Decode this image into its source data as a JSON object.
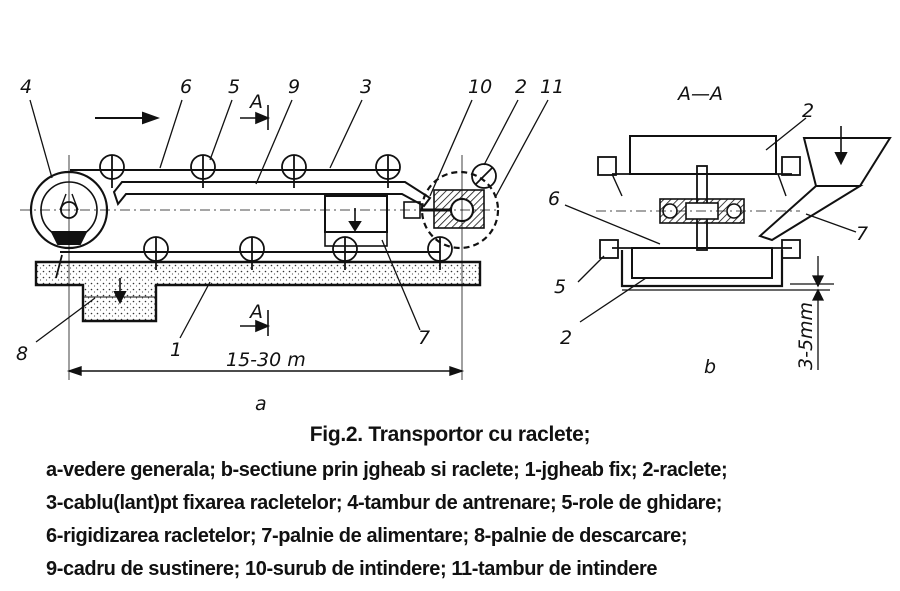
{
  "view_a": {
    "labels": {
      "n4": "4",
      "n6": "6",
      "n5": "5",
      "n9": "9",
      "n3": "3",
      "n10": "10",
      "n2": "2",
      "n11": "11",
      "n8": "8",
      "n1": "1",
      "n7": "7",
      "sec_top": "A",
      "sec_bottom": "A",
      "length": "15-30 m",
      "view_letter": "a"
    }
  },
  "view_b": {
    "labels": {
      "title": "A—A",
      "n2_top": "2",
      "n6": "6",
      "n7": "7",
      "n5": "5",
      "n2_bottom": "2",
      "gap": "3-5mm",
      "view_letter": "b"
    }
  },
  "caption": {
    "title": "Fig.2. Transportor cu raclete;",
    "lines": [
      "a-vedere generala; b-sectiune prin jgheab si raclete; 1-jgheab fix; 2-raclete;",
      "3-cablu(lant)pt fixarea racletelor; 4-tambur de antrenare; 5-role de ghidare;",
      "6-rigidizarea racletelor; 7-palnie de alimentare; 8-palnie de descarcare;",
      "9-cadru de sustinere; 10-surub de intindere; 11-tambur de intindere"
    ]
  }
}
